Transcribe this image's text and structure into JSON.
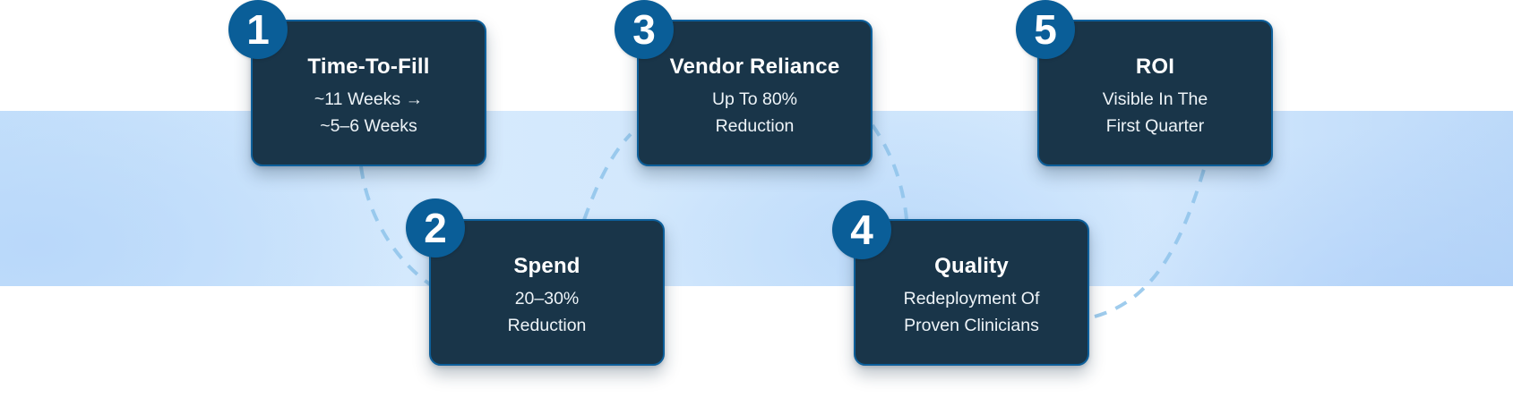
{
  "diagram": {
    "type": "numbered-step-flow",
    "connector_style": "dashed-curve",
    "colors": {
      "card_fill": "#193549",
      "card_border": "#0d5f9a",
      "badge_fill": "#0a5e98",
      "connector": "#8ec3ea",
      "band": "#cfe6fc",
      "text": "#ffffff"
    },
    "steps": [
      {
        "number": "1",
        "title": "Time-To-Fill",
        "line1": "~11 Weeks →",
        "line2": "~5–6 Weeks"
      },
      {
        "number": "2",
        "title": "Spend",
        "line1": "20–30%",
        "line2": "Reduction"
      },
      {
        "number": "3",
        "title": "Vendor Reliance",
        "line1": "Up To 80%",
        "line2": "Reduction"
      },
      {
        "number": "4",
        "title": "Quality",
        "line1": "Redeployment Of",
        "line2": "Proven Clinicians"
      },
      {
        "number": "5",
        "title": "ROI",
        "line1": "Visible In The",
        "line2": "First Quarter"
      }
    ],
    "connections": [
      {
        "from": "1",
        "to": "2"
      },
      {
        "from": "2",
        "to": "3"
      },
      {
        "from": "3",
        "to": "4"
      },
      {
        "from": "4",
        "to": "5"
      }
    ]
  }
}
